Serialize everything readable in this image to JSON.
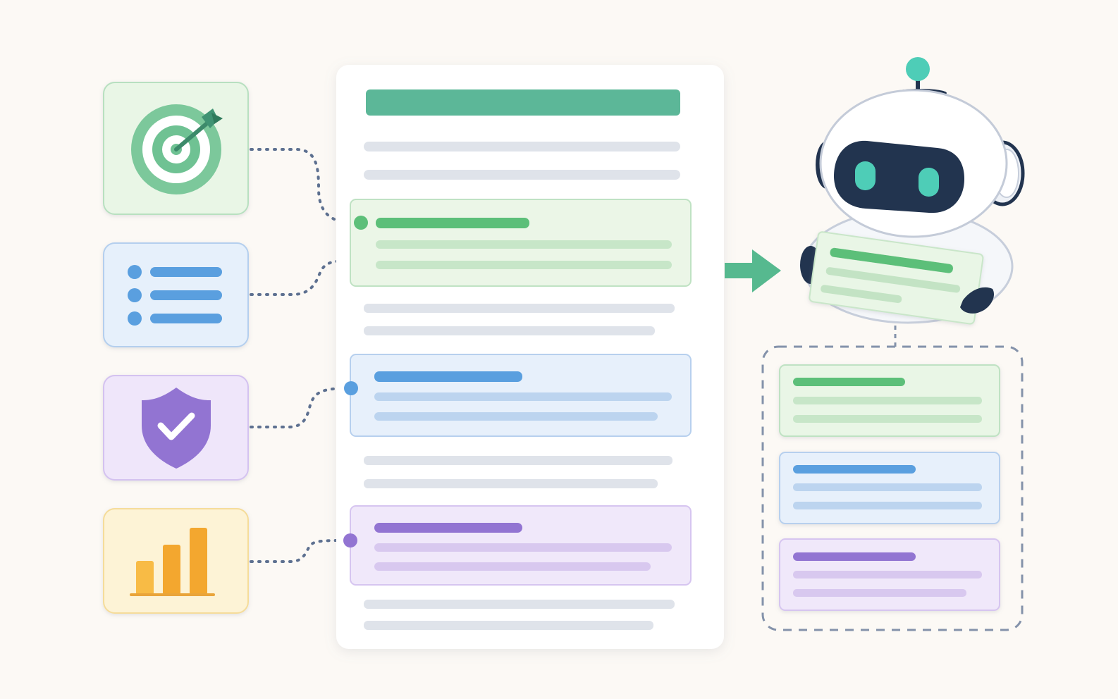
{
  "colors": {
    "background": "#fcf9f5",
    "green": "#5cb98a",
    "green_light": "#e9f6e6",
    "blue": "#5a9fdf",
    "blue_light": "#e6f0fb",
    "purple": "#9274d2",
    "purple_light": "#efe6fa",
    "yellow": "#f3a72f",
    "yellow_light": "#fdf3d6",
    "navy": "#22344f",
    "teal": "#4ecdb7",
    "connector": "#5d7090",
    "placeholder_line": "#dfe3ea"
  },
  "icons": {
    "goal": "target-icon",
    "list": "list-icon",
    "security": "shield-check-icon",
    "metrics": "bar-chart-icon",
    "robot": "robot-icon",
    "flow": "arrow-right-icon"
  },
  "sections": [
    {
      "key": "goal",
      "color": "green"
    },
    {
      "key": "list",
      "color": "blue"
    },
    {
      "key": "security",
      "color": "purple"
    },
    {
      "key": "metrics",
      "color": "yellow"
    }
  ]
}
